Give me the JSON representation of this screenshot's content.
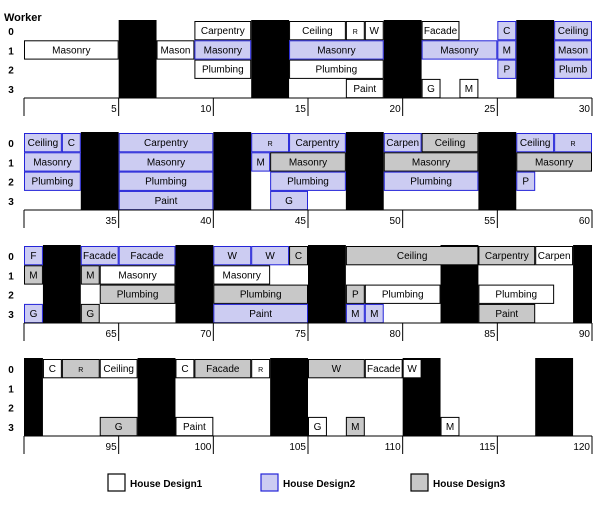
{
  "chart_data": {
    "type": "gantt",
    "title": "Worker",
    "worker_rows": [
      "0",
      "1",
      "2",
      "3"
    ],
    "rows_config": [
      {
        "start": 0,
        "end": 30,
        "ticks": [
          5,
          10,
          15,
          20,
          25,
          30
        ]
      },
      {
        "start": 30,
        "end": 60,
        "ticks": [
          35,
          40,
          45,
          50,
          55,
          60
        ]
      },
      {
        "start": 60,
        "end": 90,
        "ticks": [
          65,
          70,
          75,
          80,
          85,
          90
        ]
      },
      {
        "start": 90,
        "end": 120,
        "ticks": [
          95,
          100,
          105,
          110,
          115,
          120
        ]
      }
    ],
    "legend": [
      {
        "label": "House Design1",
        "fill": "#ffffff",
        "stroke": "#000000"
      },
      {
        "label": "House Design2",
        "fill": "#ccccf2",
        "stroke": "#2424d8"
      },
      {
        "label": "House Design3",
        "fill": "#c8c8c8",
        "stroke": "#000000"
      }
    ],
    "weekends": [
      [
        5,
        7
      ],
      [
        12,
        14
      ],
      [
        19,
        21
      ],
      [
        26,
        28
      ],
      [
        33,
        35
      ],
      [
        40,
        42
      ],
      [
        47,
        49
      ],
      [
        54,
        56
      ],
      [
        61,
        63
      ],
      [
        68,
        70
      ],
      [
        75,
        77
      ],
      [
        82,
        84
      ],
      [
        89,
        91
      ],
      [
        96,
        98
      ],
      [
        103,
        105
      ],
      [
        110,
        112
      ],
      [
        117,
        119
      ]
    ],
    "tasks": [
      {
        "w": 1,
        "s": 0,
        "e": 5,
        "h": 1,
        "label": "Masonry"
      },
      {
        "w": 1,
        "s": 7,
        "e": 9,
        "h": 1,
        "label": "Mason"
      },
      {
        "w": 0,
        "s": 9,
        "e": 12,
        "h": 1,
        "label": "Carpentry"
      },
      {
        "w": 1,
        "s": 9,
        "e": 12,
        "h": 2,
        "label": "Masonry"
      },
      {
        "w": 2,
        "s": 9,
        "e": 12,
        "h": 1,
        "label": "Plumbing"
      },
      {
        "w": 0,
        "s": 14,
        "e": 17,
        "h": 1,
        "label": "Ceiling"
      },
      {
        "w": 0,
        "s": 17,
        "e": 18,
        "h": 1,
        "label": "R"
      },
      {
        "w": 0,
        "s": 18,
        "e": 19,
        "h": 1,
        "label": "W"
      },
      {
        "w": 1,
        "s": 14,
        "e": 19,
        "h": 2,
        "label": "Masonry"
      },
      {
        "w": 2,
        "s": 14,
        "e": 19,
        "h": 1,
        "label": "Plumbing"
      },
      {
        "w": 3,
        "s": 17,
        "e": 19,
        "h": 1,
        "label": "Paint"
      },
      {
        "w": 0,
        "s": 21,
        "e": 23,
        "h": 1,
        "label": "Facade"
      },
      {
        "w": 1,
        "s": 21,
        "e": 25,
        "h": 2,
        "label": "Masonry"
      },
      {
        "w": 3,
        "s": 21,
        "e": 22,
        "h": 1,
        "label": "G"
      },
      {
        "w": 3,
        "s": 23,
        "e": 24,
        "h": 1,
        "label": "M"
      },
      {
        "w": 0,
        "s": 25,
        "e": 26,
        "h": 2,
        "label": "C"
      },
      {
        "w": 1,
        "s": 25,
        "e": 26,
        "h": 2,
        "label": "M"
      },
      {
        "w": 2,
        "s": 25,
        "e": 26,
        "h": 2,
        "label": "P"
      },
      {
        "w": 0,
        "s": 28,
        "e": 30,
        "h": 2,
        "label": "Ceiling"
      },
      {
        "w": 1,
        "s": 28,
        "e": 30,
        "h": 2,
        "label": "Mason"
      },
      {
        "w": 2,
        "s": 28,
        "e": 30,
        "h": 2,
        "label": "Plumb"
      },
      {
        "w": 0,
        "s": 30,
        "e": 32,
        "h": 2,
        "label": "Ceiling"
      },
      {
        "w": 0,
        "s": 32,
        "e": 33,
        "h": 2,
        "label": "C"
      },
      {
        "w": 1,
        "s": 30,
        "e": 33,
        "h": 2,
        "label": "Masonry"
      },
      {
        "w": 2,
        "s": 30,
        "e": 33,
        "h": 2,
        "label": "Plumbing"
      },
      {
        "w": 0,
        "s": 35,
        "e": 40,
        "h": 2,
        "label": "Carpentry"
      },
      {
        "w": 1,
        "s": 35,
        "e": 40,
        "h": 2,
        "label": "Masonry"
      },
      {
        "w": 2,
        "s": 35,
        "e": 40,
        "h": 2,
        "label": "Plumbing"
      },
      {
        "w": 3,
        "s": 35,
        "e": 40,
        "h": 2,
        "label": "Paint"
      },
      {
        "w": 0,
        "s": 42,
        "e": 44,
        "h": 2,
        "label": "R"
      },
      {
        "w": 0,
        "s": 44,
        "e": 47,
        "h": 2,
        "label": "Carpentry"
      },
      {
        "w": 1,
        "s": 42,
        "e": 43,
        "h": 2,
        "label": "M"
      },
      {
        "w": 1,
        "s": 43,
        "e": 47,
        "h": 3,
        "label": "Masonry"
      },
      {
        "w": 2,
        "s": 43,
        "e": 47,
        "h": 2,
        "label": "Plumbing"
      },
      {
        "w": 3,
        "s": 43,
        "e": 45,
        "h": 2,
        "label": "G"
      },
      {
        "w": 0,
        "s": 49,
        "e": 51,
        "h": 2,
        "label": "Carpen"
      },
      {
        "w": 0,
        "s": 51,
        "e": 54,
        "h": 3,
        "label": "Ceiling"
      },
      {
        "w": 1,
        "s": 49,
        "e": 54,
        "h": 3,
        "label": "Masonry"
      },
      {
        "w": 2,
        "s": 49,
        "e": 54,
        "h": 2,
        "label": "Plumbing"
      },
      {
        "w": 0,
        "s": 56,
        "e": 58,
        "h": 2,
        "label": "Ceiling"
      },
      {
        "w": 0,
        "s": 58,
        "e": 60,
        "h": 2,
        "label": "R"
      },
      {
        "w": 1,
        "s": 56,
        "e": 60,
        "h": 3,
        "label": "Masonry"
      },
      {
        "w": 2,
        "s": 56,
        "e": 57,
        "h": 2,
        "label": "P"
      },
      {
        "w": 0,
        "s": 60,
        "e": 61,
        "h": 2,
        "label": "F"
      },
      {
        "w": 1,
        "s": 60,
        "e": 61,
        "h": 3,
        "label": "M"
      },
      {
        "w": 3,
        "s": 60,
        "e": 61,
        "h": 2,
        "label": "G"
      },
      {
        "w": 0,
        "s": 63,
        "e": 65,
        "h": 2,
        "label": "Facade"
      },
      {
        "w": 0,
        "s": 65,
        "e": 68,
        "h": 2,
        "label": "Facade"
      },
      {
        "w": 1,
        "s": 63,
        "e": 64,
        "h": 3,
        "label": "M"
      },
      {
        "w": 1,
        "s": 64,
        "e": 68,
        "h": 1,
        "label": "Masonry"
      },
      {
        "w": 2,
        "s": 64,
        "e": 68,
        "h": 3,
        "label": "Plumbing"
      },
      {
        "w": 3,
        "s": 63,
        "e": 64,
        "h": 3,
        "label": "G"
      },
      {
        "w": 0,
        "s": 70,
        "e": 72,
        "h": 2,
        "label": "W"
      },
      {
        "w": 0,
        "s": 72,
        "e": 74,
        "h": 2,
        "label": "W"
      },
      {
        "w": 0,
        "s": 74,
        "e": 75,
        "h": 3,
        "label": "C"
      },
      {
        "w": 1,
        "s": 70,
        "e": 73,
        "h": 1,
        "label": "Masonry"
      },
      {
        "w": 2,
        "s": 70,
        "e": 75,
        "h": 3,
        "label": "Plumbing"
      },
      {
        "w": 3,
        "s": 70,
        "e": 75,
        "h": 2,
        "label": "Paint"
      },
      {
        "w": 0,
        "s": 77,
        "e": 84,
        "h": 3,
        "label": "Ceiling"
      },
      {
        "w": 2,
        "s": 77,
        "e": 78,
        "h": 3,
        "label": "P"
      },
      {
        "w": 2,
        "s": 78,
        "e": 82,
        "h": 1,
        "label": "Plumbing"
      },
      {
        "w": 3,
        "s": 77,
        "e": 78,
        "h": 2,
        "label": "M"
      },
      {
        "w": 3,
        "s": 78,
        "e": 79,
        "h": 2,
        "label": "M"
      },
      {
        "w": 0,
        "s": 84,
        "e": 87,
        "h": 3,
        "label": "Carpentry"
      },
      {
        "w": 0,
        "s": 87,
        "e": 89,
        "h": 1,
        "label": "Carpen"
      },
      {
        "w": 2,
        "s": 84,
        "e": 88,
        "h": 1,
        "label": "Plumbing"
      },
      {
        "w": 3,
        "s": 84,
        "e": 87,
        "h": 3,
        "label": "Paint"
      },
      {
        "w": 0,
        "s": 91,
        "e": 92,
        "h": 1,
        "label": "C"
      },
      {
        "w": 0,
        "s": 92,
        "e": 94,
        "h": 3,
        "label": "R"
      },
      {
        "w": 0,
        "s": 94,
        "e": 96,
        "h": 1,
        "label": "Ceiling"
      },
      {
        "w": 3,
        "s": 94,
        "e": 96,
        "h": 3,
        "label": "G"
      },
      {
        "w": 0,
        "s": 98,
        "e": 99,
        "h": 1,
        "label": "C"
      },
      {
        "w": 0,
        "s": 99,
        "e": 102,
        "h": 3,
        "label": "Facade"
      },
      {
        "w": 0,
        "s": 102,
        "e": 103,
        "h": 1,
        "label": "R"
      },
      {
        "w": 3,
        "s": 98,
        "e": 100,
        "h": 1,
        "label": "Paint"
      },
      {
        "w": 0,
        "s": 105,
        "e": 108,
        "h": 3,
        "label": "W"
      },
      {
        "w": 0,
        "s": 108,
        "e": 110,
        "h": 1,
        "label": "Facade"
      },
      {
        "w": 0,
        "s": 110,
        "e": 111,
        "h": 1,
        "label": "W"
      },
      {
        "w": 3,
        "s": 105,
        "e": 106,
        "h": 1,
        "label": "G"
      },
      {
        "w": 3,
        "s": 107,
        "e": 108,
        "h": 3,
        "label": "M"
      },
      {
        "w": 3,
        "s": 112,
        "e": 113,
        "h": 1,
        "label": "M"
      }
    ]
  }
}
